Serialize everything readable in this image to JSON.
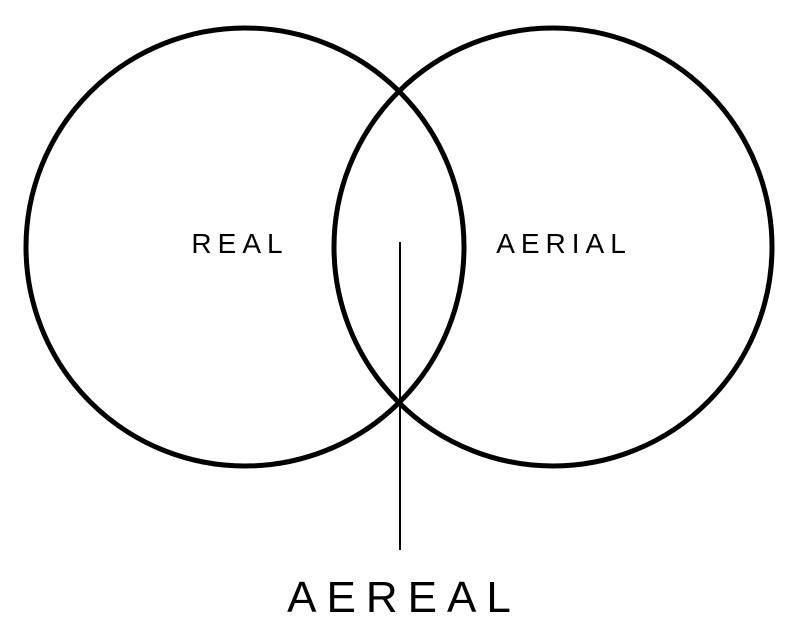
{
  "diagram": {
    "type": "venn",
    "sets": [
      {
        "id": "left",
        "label": "REAL"
      },
      {
        "id": "right",
        "label": "AERIAL"
      }
    ],
    "intersection": {
      "label": "AEREAL"
    },
    "colors": {
      "stroke": "#000000",
      "background": "#ffffff",
      "text": "#000000"
    }
  }
}
